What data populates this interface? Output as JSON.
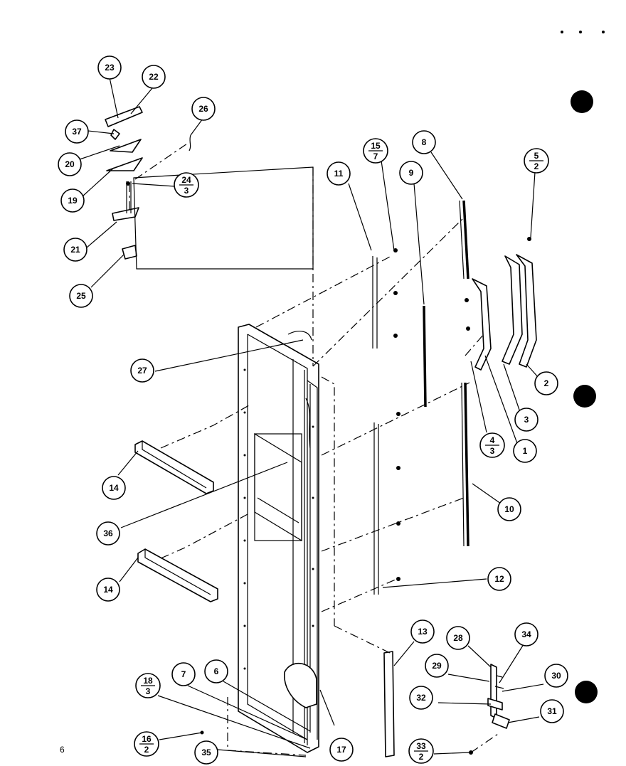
{
  "diagram": {
    "page_number": "6",
    "callouts": [
      {
        "id": "c23",
        "top": "23"
      },
      {
        "id": "c22",
        "top": "22"
      },
      {
        "id": "c26",
        "top": "26"
      },
      {
        "id": "c37",
        "top": "37"
      },
      {
        "id": "c20",
        "top": "20"
      },
      {
        "id": "c19",
        "top": "19"
      },
      {
        "id": "c24-3",
        "top": "24",
        "bottom": "3"
      },
      {
        "id": "c21",
        "top": "21"
      },
      {
        "id": "c25",
        "top": "25"
      },
      {
        "id": "c11",
        "top": "11"
      },
      {
        "id": "c15-7",
        "top": "15",
        "bottom": "7"
      },
      {
        "id": "c9",
        "top": "9"
      },
      {
        "id": "c8",
        "top": "8"
      },
      {
        "id": "c5-2",
        "top": "5",
        "bottom": "2"
      },
      {
        "id": "c27",
        "top": "27"
      },
      {
        "id": "c2",
        "top": "2"
      },
      {
        "id": "c3",
        "top": "3"
      },
      {
        "id": "c4-3",
        "top": "4",
        "bottom": "3"
      },
      {
        "id": "c1",
        "top": "1"
      },
      {
        "id": "c14a",
        "top": "14"
      },
      {
        "id": "c36",
        "top": "36"
      },
      {
        "id": "c10",
        "top": "10"
      },
      {
        "id": "c12",
        "top": "12"
      },
      {
        "id": "c14b",
        "top": "14"
      },
      {
        "id": "c13",
        "top": "13"
      },
      {
        "id": "c28",
        "top": "28"
      },
      {
        "id": "c34",
        "top": "34"
      },
      {
        "id": "c29",
        "top": "29"
      },
      {
        "id": "c30",
        "top": "30"
      },
      {
        "id": "c32",
        "top": "32"
      },
      {
        "id": "c31",
        "top": "31"
      },
      {
        "id": "c7",
        "top": "7"
      },
      {
        "id": "c6",
        "top": "6"
      },
      {
        "id": "c18-3",
        "top": "18",
        "bottom": "3"
      },
      {
        "id": "c16-2",
        "top": "16",
        "bottom": "2"
      },
      {
        "id": "c35",
        "top": "35"
      },
      {
        "id": "c17",
        "top": "17"
      },
      {
        "id": "c33-2",
        "top": "33",
        "bottom": "2"
      }
    ]
  }
}
